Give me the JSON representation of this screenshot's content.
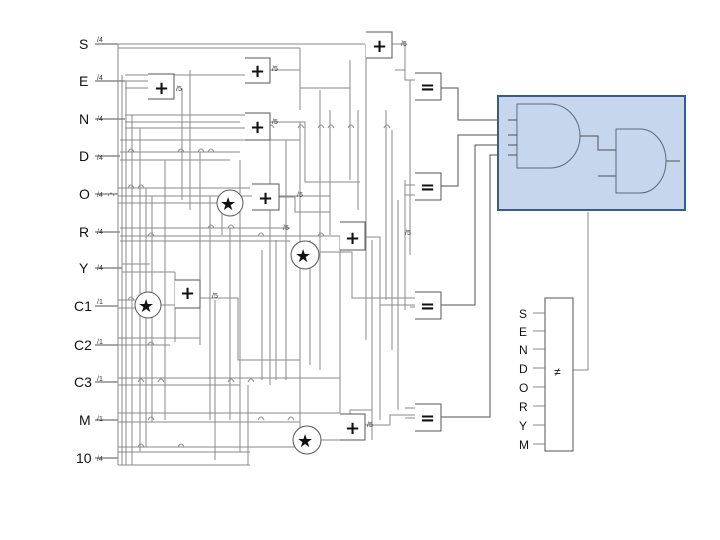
{
  "variables": [
    "S",
    "E",
    "N",
    "D",
    "O",
    "R",
    "Y",
    "C1",
    "C2",
    "C3",
    "M",
    "10"
  ],
  "width_labels": [
    "/4",
    "/4",
    "/4",
    "/4",
    "/4",
    "/4",
    "/4",
    "/1",
    "/1",
    "/1",
    "/1",
    "/4"
  ],
  "op_plus": "+",
  "op_equal": "=",
  "op_star": "★",
  "op_notequal": "≠",
  "bus5": "/5",
  "alldiff_inputs": [
    "S",
    "E",
    "N",
    "D",
    "O",
    "R",
    "Y",
    "M"
  ],
  "colors": {
    "and_panel": "#c6d6ec",
    "and_panel_border": "#3a5a8c"
  }
}
